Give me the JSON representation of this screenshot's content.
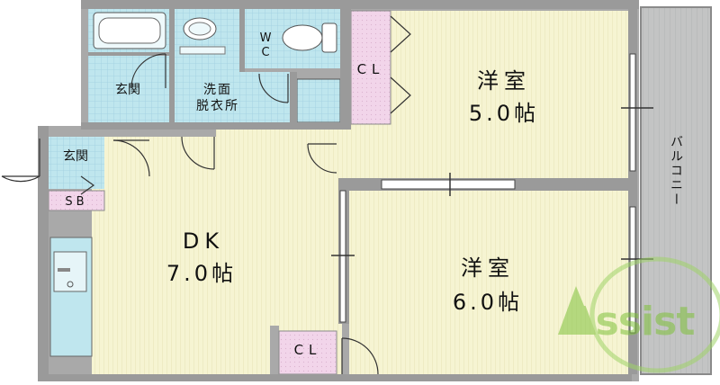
{
  "rooms": {
    "western_room_1": {
      "name": "洋室",
      "size": "5.0帖"
    },
    "western_room_2": {
      "name": "洋室",
      "size": "6.0帖"
    },
    "dk": {
      "name": "DK",
      "size": "7.0帖"
    },
    "closet_top": {
      "name": "CL"
    },
    "closet_bottom": {
      "name": "CL"
    },
    "entrance_upper": {
      "name": "玄関"
    },
    "entrance_lower": {
      "name": "玄関"
    },
    "washroom": {
      "name_line1": "洗面",
      "name_line2": "脱衣所"
    },
    "toilet": {
      "name_line1": "W",
      "name_line2": "C"
    },
    "shoe_box": {
      "name": "SB"
    },
    "balcony": {
      "name": "バルコニー"
    }
  },
  "watermark": {
    "text": "Assist"
  },
  "colors": {
    "room_floor": "#f6f4d2",
    "wet_area": "#bfe6ee",
    "closet": "#f2d5ea",
    "balcony": "#bfc0c0",
    "wall": "#9a9a9a",
    "watermark": "#7fc23a"
  }
}
